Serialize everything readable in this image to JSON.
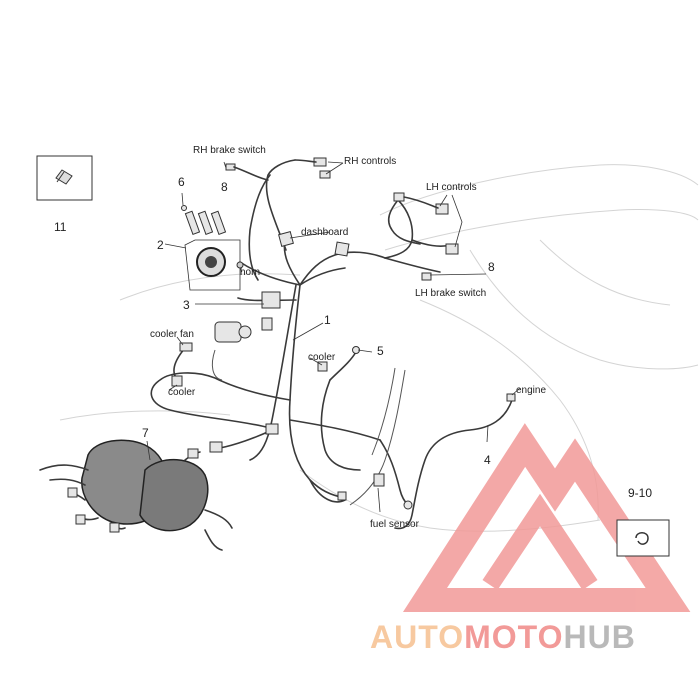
{
  "labels": {
    "rh_brake_switch": "RH brake switch",
    "rh_controls": "RH controls",
    "lh_controls": "LH controls",
    "dashboard": "dashboard",
    "horn": "horn",
    "lh_brake_switch": "LH brake switch",
    "cooler_fan": "cooler fan",
    "cooler_left": "cooler",
    "cooler_right": "cooler",
    "engine": "engine",
    "fuel_sensor": "fuel sensor"
  },
  "numbers": {
    "n1": "1",
    "n2": "2",
    "n3": "3",
    "n4": "4",
    "n5": "5",
    "n6": "6",
    "n7": "7",
    "n8_top": "8",
    "n8_right": "8",
    "n9_10": "9-10",
    "n11": "11"
  },
  "watermark": {
    "part_auto": "AUTO",
    "part_moto": "MOTO",
    "part_hub": "HUB",
    "colors": {
      "auto": "#f7c9a0",
      "moto": "#f29a98",
      "hub": "#b9b9b9",
      "logo": "#f29a98"
    }
  }
}
